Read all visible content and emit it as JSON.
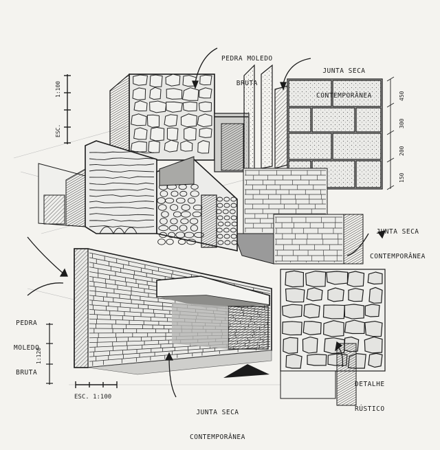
{
  "labels": {
    "pedra_top_1": "PEDRA MOLEDO",
    "pedra_top_2": "BRUTA",
    "junta_top_1": "JUNTA SECA",
    "junta_top_2": "CONTEMPORÂNEA",
    "junta_mid_1": "JUNTA SECA",
    "junta_mid_2": "CONTEMPORÂNEA",
    "pedra_left_1": "PEDRA",
    "pedra_left_2": "MOLEDO",
    "pedra_left_3": "BRUTA",
    "junta_bottom_1": "JUNTA SECA",
    "junta_bottom_2": "CONTEMPORÂNEA",
    "detalhe_1": "DETALHE",
    "detalhe_2": "RÚSTICO"
  },
  "scales": {
    "top_scale": "1:100",
    "top_esc": "ESC.",
    "bottom_scale": "ESC. 1:100",
    "left_dim": "1:120"
  },
  "dimensions": [
    "450",
    "300",
    "200",
    "150"
  ],
  "colors": {
    "paper": "#f4f3ef",
    "ink": "#1b1b1b",
    "shadow": "#9a9a9a",
    "stone": "#e6e6e3"
  }
}
